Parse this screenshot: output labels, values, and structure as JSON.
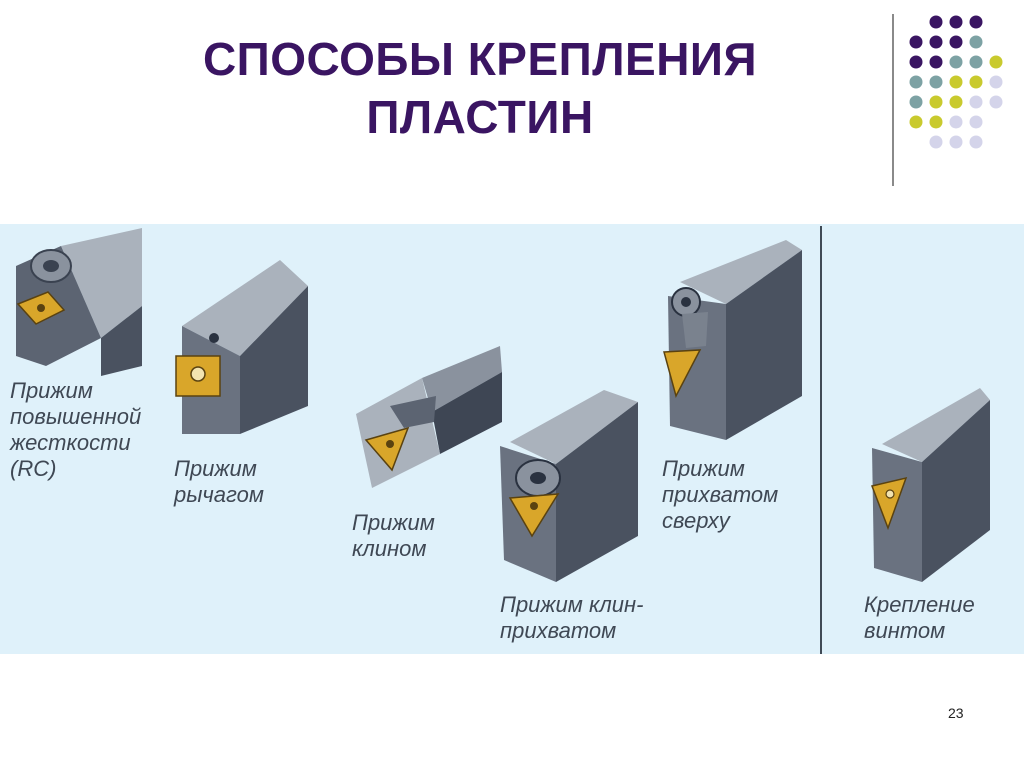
{
  "slide": {
    "title_line1": "СПОСОБЫ КРЕПЛЕНИЯ",
    "title_line2": "ПЛАСТИН",
    "page_number": "23"
  },
  "methods": [
    {
      "caption": "Прижим\nповышенной\nжесткости\n(RC)"
    },
    {
      "caption": "Прижим\nрычагом"
    },
    {
      "caption": "Прижим\nклином"
    },
    {
      "caption": "Прижим клин-\nприхватом"
    },
    {
      "caption": "Прижим\nприхватом\nсверху"
    },
    {
      "caption": "Крепление\nвинтом"
    }
  ],
  "colors": {
    "title": "#3a1562",
    "panel_bg": "#dff1fa",
    "dot_purple": "#3a1562",
    "dot_teal": "#7da2a4",
    "dot_olive": "#c9ca2e",
    "dot_lavender": "#d4d4ea",
    "insert": "#d9a62a",
    "holder_dark": "#4a5260",
    "holder_light": "#aab2bc"
  }
}
